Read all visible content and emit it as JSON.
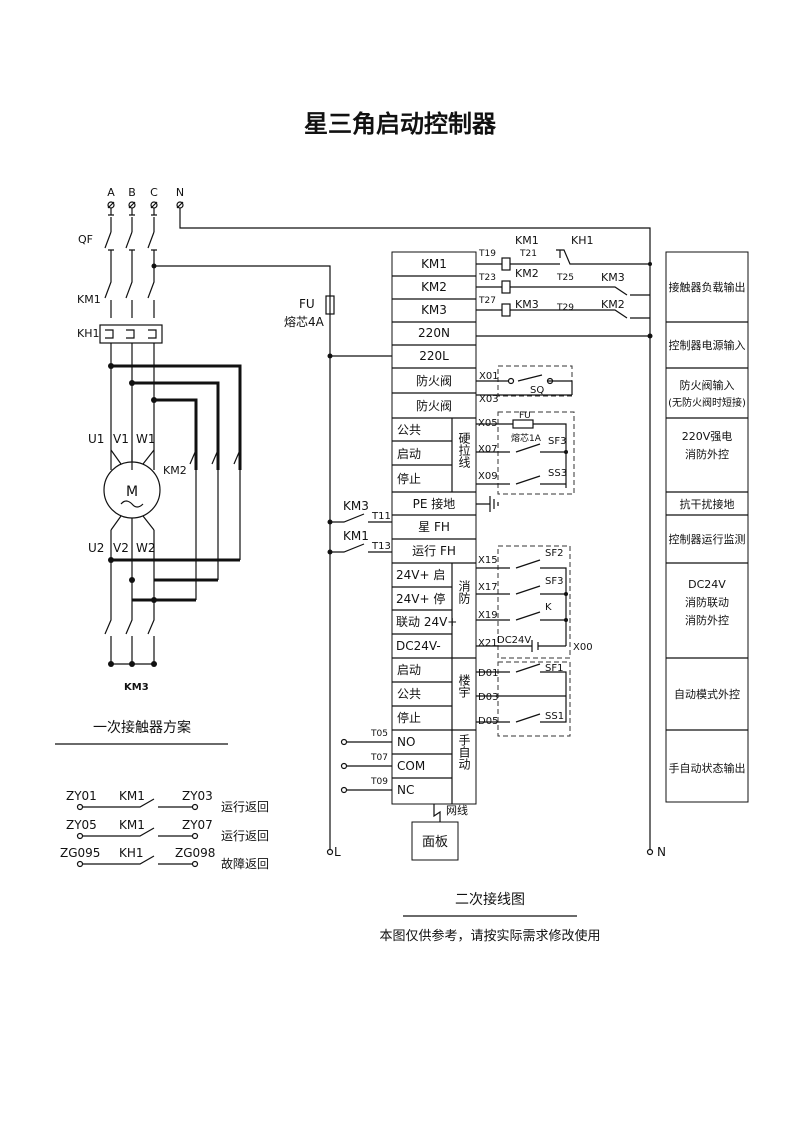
{
  "title": "星三角启动控制器",
  "primary": {
    "phases": [
      "A",
      "B",
      "C",
      "N"
    ],
    "qf": "QF",
    "km1": "KM1",
    "kh1": "KH1",
    "km2": "KM2",
    "km3": "KM3",
    "u1": "U1",
    "v1": "V1",
    "w1": "W1",
    "u2": "U2",
    "v2": "V2",
    "w2": "W2",
    "motor": "M",
    "caption": "一次接触器方案"
  },
  "feedback": [
    {
      "left": "ZY01",
      "contact": "KM1",
      "right": "ZY03",
      "note": "运行返回"
    },
    {
      "left": "ZY05",
      "contact": "KM1",
      "right": "ZY07",
      "note": "运行返回"
    },
    {
      "left": "ZG095",
      "contact": "KH1",
      "right": "ZG098",
      "note": "故障返回"
    }
  ],
  "fu": {
    "label": "FU",
    "rating": "熔芯4A"
  },
  "terminals": [
    "KM1",
    "KM2",
    "KM3",
    "220N",
    "220L",
    "防火阀",
    "防火阀",
    "公共",
    "启动",
    "停止",
    "PE 接地",
    "星 FH",
    "运行 FH",
    "24V+ 启",
    "24V+ 停",
    "联动 24V+",
    "DC24V-",
    "启动",
    "公共",
    "停止",
    "NO",
    "COM",
    "NC"
  ],
  "groups": {
    "hard": "硬拉线",
    "fire": "消防",
    "building": "楼宇",
    "manual": "手自动"
  },
  "wires": {
    "t19": "T19",
    "t21": "T21",
    "t23": "T23",
    "t25": "T25",
    "t27": "T27",
    "t29": "T29",
    "t11": "T11",
    "t13": "T13",
    "t05": "T05",
    "t07": "T07",
    "t09": "T09",
    "x01": "X01",
    "x03": "X03",
    "x05": "X05",
    "x07": "X07",
    "x09": "X09",
    "x15": "X15",
    "x17": "X17",
    "x19": "X19",
    "x21": "X21",
    "x00": "X00",
    "d01": "D01",
    "d03": "D03",
    "d05": "D05"
  },
  "coils": {
    "km1": "KM1",
    "km2": "KM2",
    "km3": "KM3",
    "kh1": "KH1"
  },
  "contacts": {
    "km3": "KM3",
    "km2": "KM2",
    "sq": "SQ",
    "fu": "FU",
    "fuse1a": "熔芯1A",
    "sf3": "SF3",
    "ss3": "SS3",
    "sf2": "SF2",
    "k": "K",
    "dc24v": "DC24V",
    "sf1": "SF1",
    "ss1": "SS1",
    "km3_side": "KM3",
    "km1_side": "KM1"
  },
  "rails": {
    "l": "L",
    "n": "N"
  },
  "panel": {
    "label": "面板",
    "net": "网线"
  },
  "descriptions": [
    "接触器负载输出",
    "控制器电源输入",
    "防火阀输入",
    "(无防火阀时短接)",
    "220V强电",
    "消防外控",
    "抗干扰接地",
    "控制器运行监测",
    "DC24V",
    "消防联动",
    "消防外控",
    "自动模式外控",
    "手自动状态输出"
  ],
  "secondary_caption": "二次接线图",
  "footnote": "本图仅供参考，请按实际需求修改使用"
}
